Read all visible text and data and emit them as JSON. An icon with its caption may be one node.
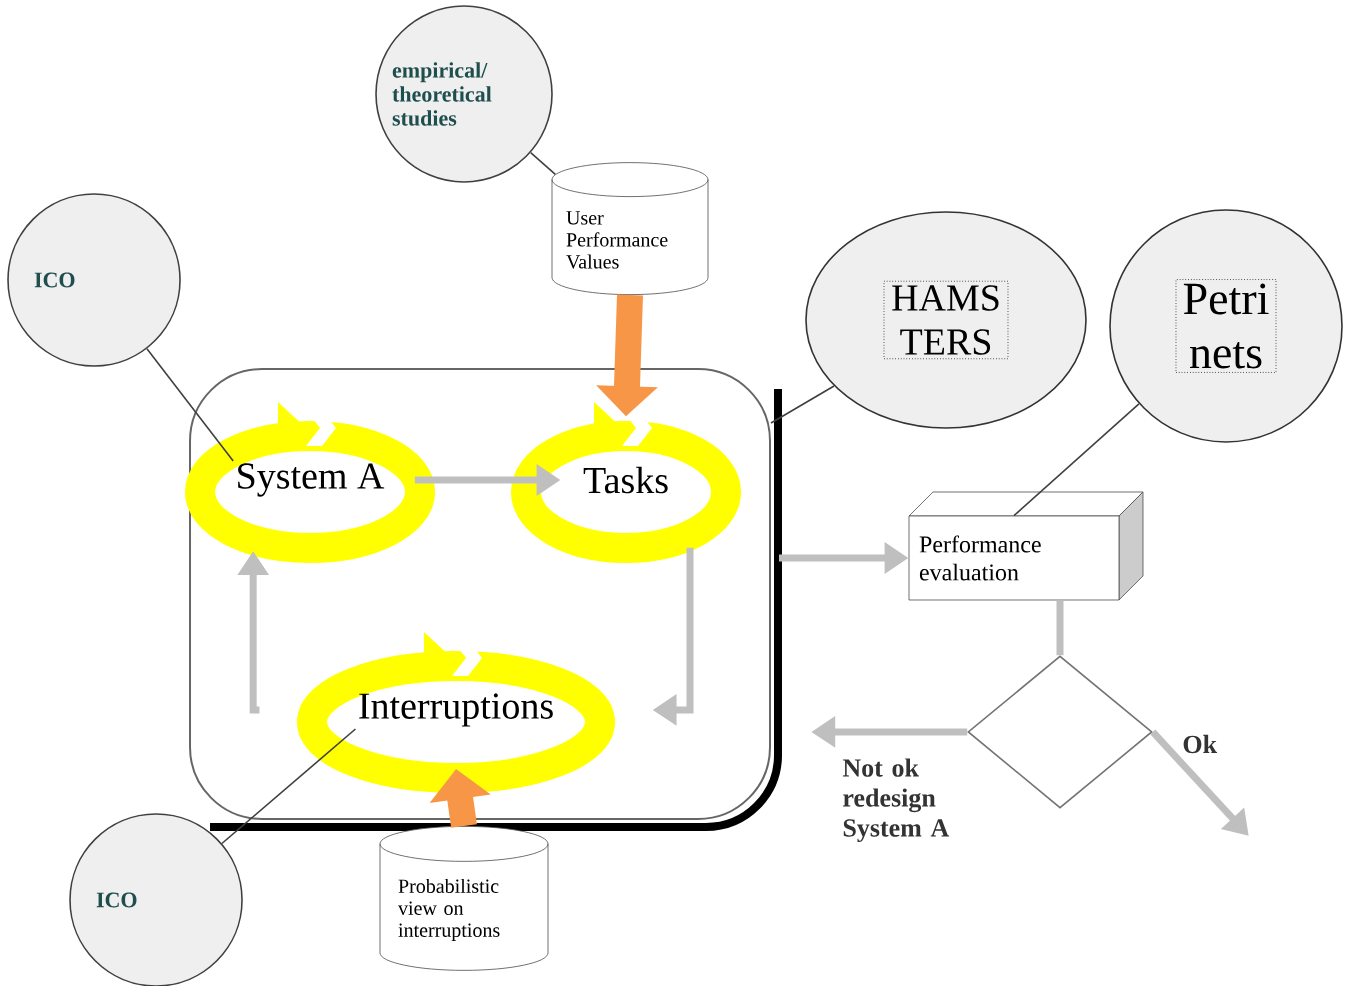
{
  "diagram": {
    "nodes": [
      {
        "text": [
          "empirical/ theoretical studies"
        ]
      },
      {
        "text": [
          "ICO"
        ]
      },
      {
        "text": [
          "User Performance Values"
        ]
      },
      {
        "text": [
          "HAMS TERS"
        ]
      },
      {
        "text": [
          "Petri nets"
        ]
      },
      {
        "text": [],
        "shape": "box"
      },
      {
        "text": [
          "System A"
        ],
        "in": 5
      },
      {
        "text": [
          "Tasks"
        ],
        "in": 5
      },
      {
        "text": [
          "Interruptions"
        ],
        "in": 5
      },
      {
        "text": [
          "Performance evaluation"
        ]
      },
      {
        "text": [],
        "shape": "diamond"
      },
      {
        "text": [
          "ICO"
        ]
      },
      {
        "text": [
          "Probabilistic view on interruptions"
        ]
      }
    ],
    "edges": [
      {
        "from": 0,
        "to": 2,
        "arrow": "none",
        "color": "#404040"
      },
      {
        "from": 1,
        "to": 6,
        "arrow": "none",
        "color": "#404040"
      },
      {
        "from": 2,
        "to": 7,
        "arrow": "to",
        "style": "thick",
        "color": "#f79646"
      },
      {
        "from": 3,
        "to": 5,
        "arrow": "none",
        "color": "#404040"
      },
      {
        "from": 4,
        "to": 9,
        "arrow": "none",
        "color": "#404040"
      },
      {
        "from": 6,
        "to": 7,
        "arrow": "to"
      },
      {
        "from": 7,
        "to": 8,
        "arrow": "to"
      },
      {
        "from": 8,
        "to": 6,
        "arrow": "to"
      },
      {
        "from": 5,
        "to": 9,
        "arrow": "to"
      },
      {
        "from": 9,
        "to": 10,
        "arrow": "none"
      },
      {
        "from": 10,
        "to": null,
        "arrow": "to",
        "label": "Not ok redesign System A"
      },
      {
        "from": 10,
        "to": null,
        "arrow": "to",
        "label": "Ok"
      },
      {
        "from": 11,
        "to": 8,
        "arrow": "none",
        "color": "#404040"
      },
      {
        "from": 12,
        "to": 8,
        "arrow": "to",
        "style": "thick",
        "color": "#f79646"
      }
    ]
  }
}
